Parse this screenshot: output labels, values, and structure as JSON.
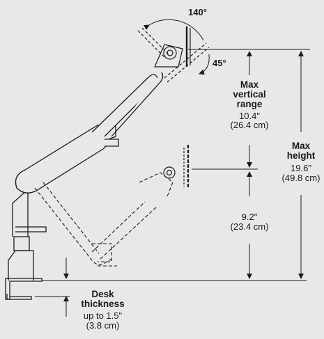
{
  "diagram": {
    "rotation_label": "140°",
    "tilt_label": "45°",
    "max_vertical_range": {
      "title_line1": "Max",
      "title_line2": "vertical",
      "title_line3": "range",
      "value_in": "10.4\"",
      "value_cm": "(26.4 cm)"
    },
    "max_height": {
      "title_line1": "Max",
      "title_line2": "height",
      "value_in": "19.6\"",
      "value_cm": "(49.8 cm)"
    },
    "lower_range": {
      "value_in": "9.2\"",
      "value_cm": "(23.4 cm)"
    },
    "desk_thickness": {
      "title_line1": "Desk",
      "title_line2": "thickness",
      "value_in": "up to 1.5\"",
      "value_cm": "(3.8 cm)"
    }
  },
  "colors": {
    "background": "#e8e8e8",
    "line": "#1a1a1a"
  }
}
